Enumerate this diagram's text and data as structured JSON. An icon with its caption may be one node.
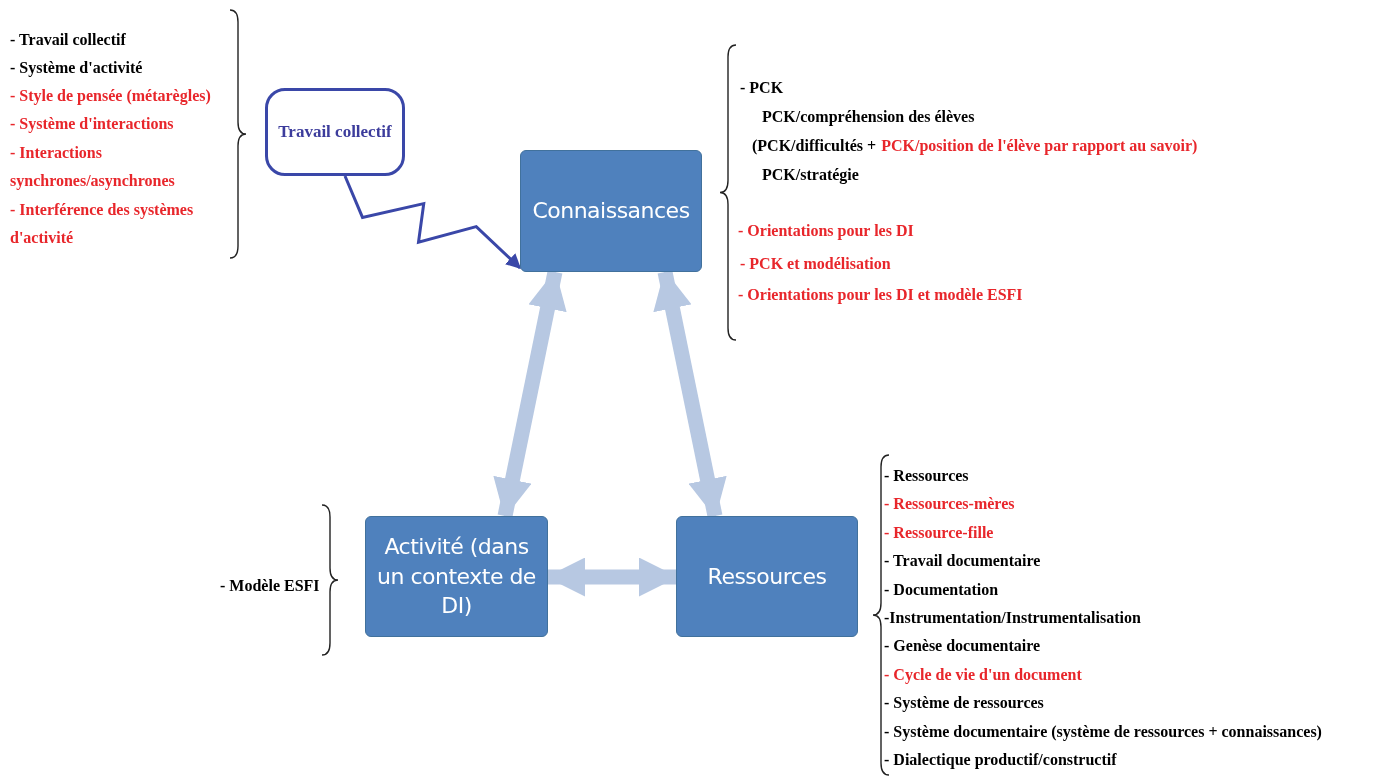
{
  "diagram": {
    "nodes": [
      {
        "text": [
          "Travail collectif"
        ],
        "beside": [
          "- Travail collectif",
          "- Système d'activité",
          "- Style de pensée (métarègles)",
          "- Système d'interactions",
          "- Interactions synchrones/asynchrones",
          "- Interférence des systèmes d'activité"
        ]
      },
      {
        "text": [
          "Connaissances"
        ],
        "beside": [
          "- PCK",
          "PCK/compréhension des élèves",
          "(PCK/difficultés +",
          "PCK/position de l'élève par rapport au savoir)",
          "PCK/stratégie",
          "- Orientations pour les DI",
          "- PCK et modélisation",
          "- Orientations pour les DI et modèle ESFI"
        ]
      },
      {
        "text": [
          "Activité (dans un contexte de DI)"
        ],
        "beside": [
          "- Modèle ESFI"
        ]
      },
      {
        "text": [
          "Ressources"
        ],
        "beside": [
          "- Ressources",
          "- Ressources-mères",
          "- Ressource-fille",
          "- Travail documentaire",
          "- Documentation",
          "-Instrumentation/Instrumentalisation",
          "- Genèse documentaire",
          "- Cycle de vie d'un document",
          "- Système de ressources",
          "- Système documentaire (système de ressources + connaissances)",
          "- Dialectique productif/constructif"
        ]
      }
    ],
    "edges": [
      {
        "from": 0,
        "to": 1,
        "arrow": "to",
        "color": "#3a47a8"
      },
      {
        "from": 1,
        "to": 2,
        "arrow": "both"
      },
      {
        "from": 1,
        "to": 3,
        "arrow": "both"
      },
      {
        "from": 2,
        "to": 3,
        "arrow": "both"
      }
    ]
  }
}
